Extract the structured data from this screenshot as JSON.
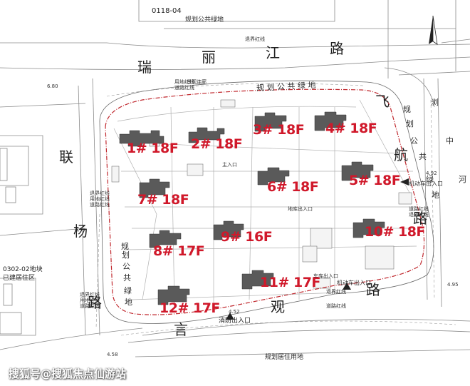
{
  "map": {
    "parcel_code": "0118-04",
    "top_green_label": "规划公共绿地",
    "north_arrow_icon": "north-arrow-icon",
    "roads": {
      "ruilijiang": [
        "瑞",
        "丽",
        "江",
        "路"
      ],
      "lianyang": [
        "联",
        "杨",
        "路"
      ],
      "yanguan": [
        "言",
        "观",
        "路"
      ],
      "feihang": [
        "飞",
        "航",
        "路"
      ]
    },
    "green_labels": {
      "north": "规 划 公 共 绿 地",
      "west": [
        "规",
        "划",
        "公",
        "共",
        "绿",
        "地"
      ],
      "east": [
        "规",
        "划",
        "公",
        "共",
        "绿",
        "地"
      ]
    },
    "right_edge_text": [
      "浏",
      "中",
      "河"
    ],
    "west_parcel": [
      "0302-02地块",
      "已建居住区"
    ],
    "south_parcel": "规划居住用地",
    "entrances": {
      "fire": "消防出入口",
      "vehicle_east": "机动车出入口",
      "vehicle_south": "机动车出入口"
    },
    "annotations": {
      "a1": "退界红线",
      "a2": "用地红线",
      "a3": "道路红线",
      "a4": "退界红线",
      "a5": "用地红线",
      "a6": "道路红线",
      "a7": "退界红线",
      "a8": "用地红线",
      "a9": "道路红线",
      "a10": "退界红线",
      "a11": "道路红线",
      "a12": "景观连廊",
      "a13": "车库出入口",
      "a14": "道路红线",
      "a15": "退界红线",
      "a16": "6.80",
      "a17": "4.92",
      "a18": "4.52",
      "a19": "4.95",
      "a20": "4.58",
      "a21": "主入口",
      "a22": "地库出入口"
    },
    "buildings": [
      {
        "id": "b1",
        "label": "1# 18F"
      },
      {
        "id": "b2",
        "label": "2# 18F"
      },
      {
        "id": "b3",
        "label": "3# 18F"
      },
      {
        "id": "b4",
        "label": "4# 18F"
      },
      {
        "id": "b5",
        "label": "5# 18F"
      },
      {
        "id": "b6",
        "label": "6# 18F"
      },
      {
        "id": "b7",
        "label": "7# 18F"
      },
      {
        "id": "b8",
        "label": "8# 17F"
      },
      {
        "id": "b9",
        "label": "9# 16F"
      },
      {
        "id": "b10",
        "label": "10# 18F"
      },
      {
        "id": "b11",
        "label": "11# 17F"
      },
      {
        "id": "b12",
        "label": "12# 17F"
      }
    ],
    "watermark": "搜狐号@搜狐焦点仙游站",
    "colors": {
      "site_boundary": "#c0272d",
      "building_label": "#d0182a",
      "building_fill": "#5a5a5a"
    }
  }
}
